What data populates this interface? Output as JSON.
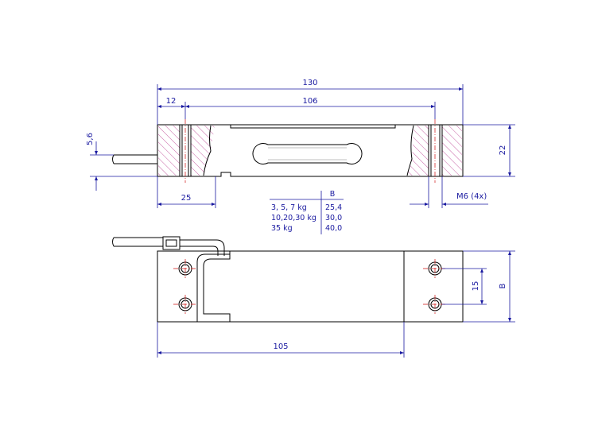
{
  "dimensions": {
    "overall_length": "130",
    "edge_to_hole": "12",
    "hole_spacing": "106",
    "cable_height": "5,6",
    "height": "22",
    "cable_offset": "25",
    "thread": "M6 (4x)",
    "hole_pitch": "15",
    "width_label": "B",
    "bottom_length": "105"
  },
  "table": {
    "header": "B",
    "rows": [
      {
        "capacity": "3, 5, 7 kg",
        "b": "25,4"
      },
      {
        "capacity": "10,20,30 kg",
        "b": "30,0"
      },
      {
        "capacity": "35 kg",
        "b": "40,0"
      }
    ]
  },
  "colors": {
    "dimension": "#1a1aa0",
    "hatch": "#b02080",
    "centerline": "#d01010",
    "outline": "#000000"
  }
}
